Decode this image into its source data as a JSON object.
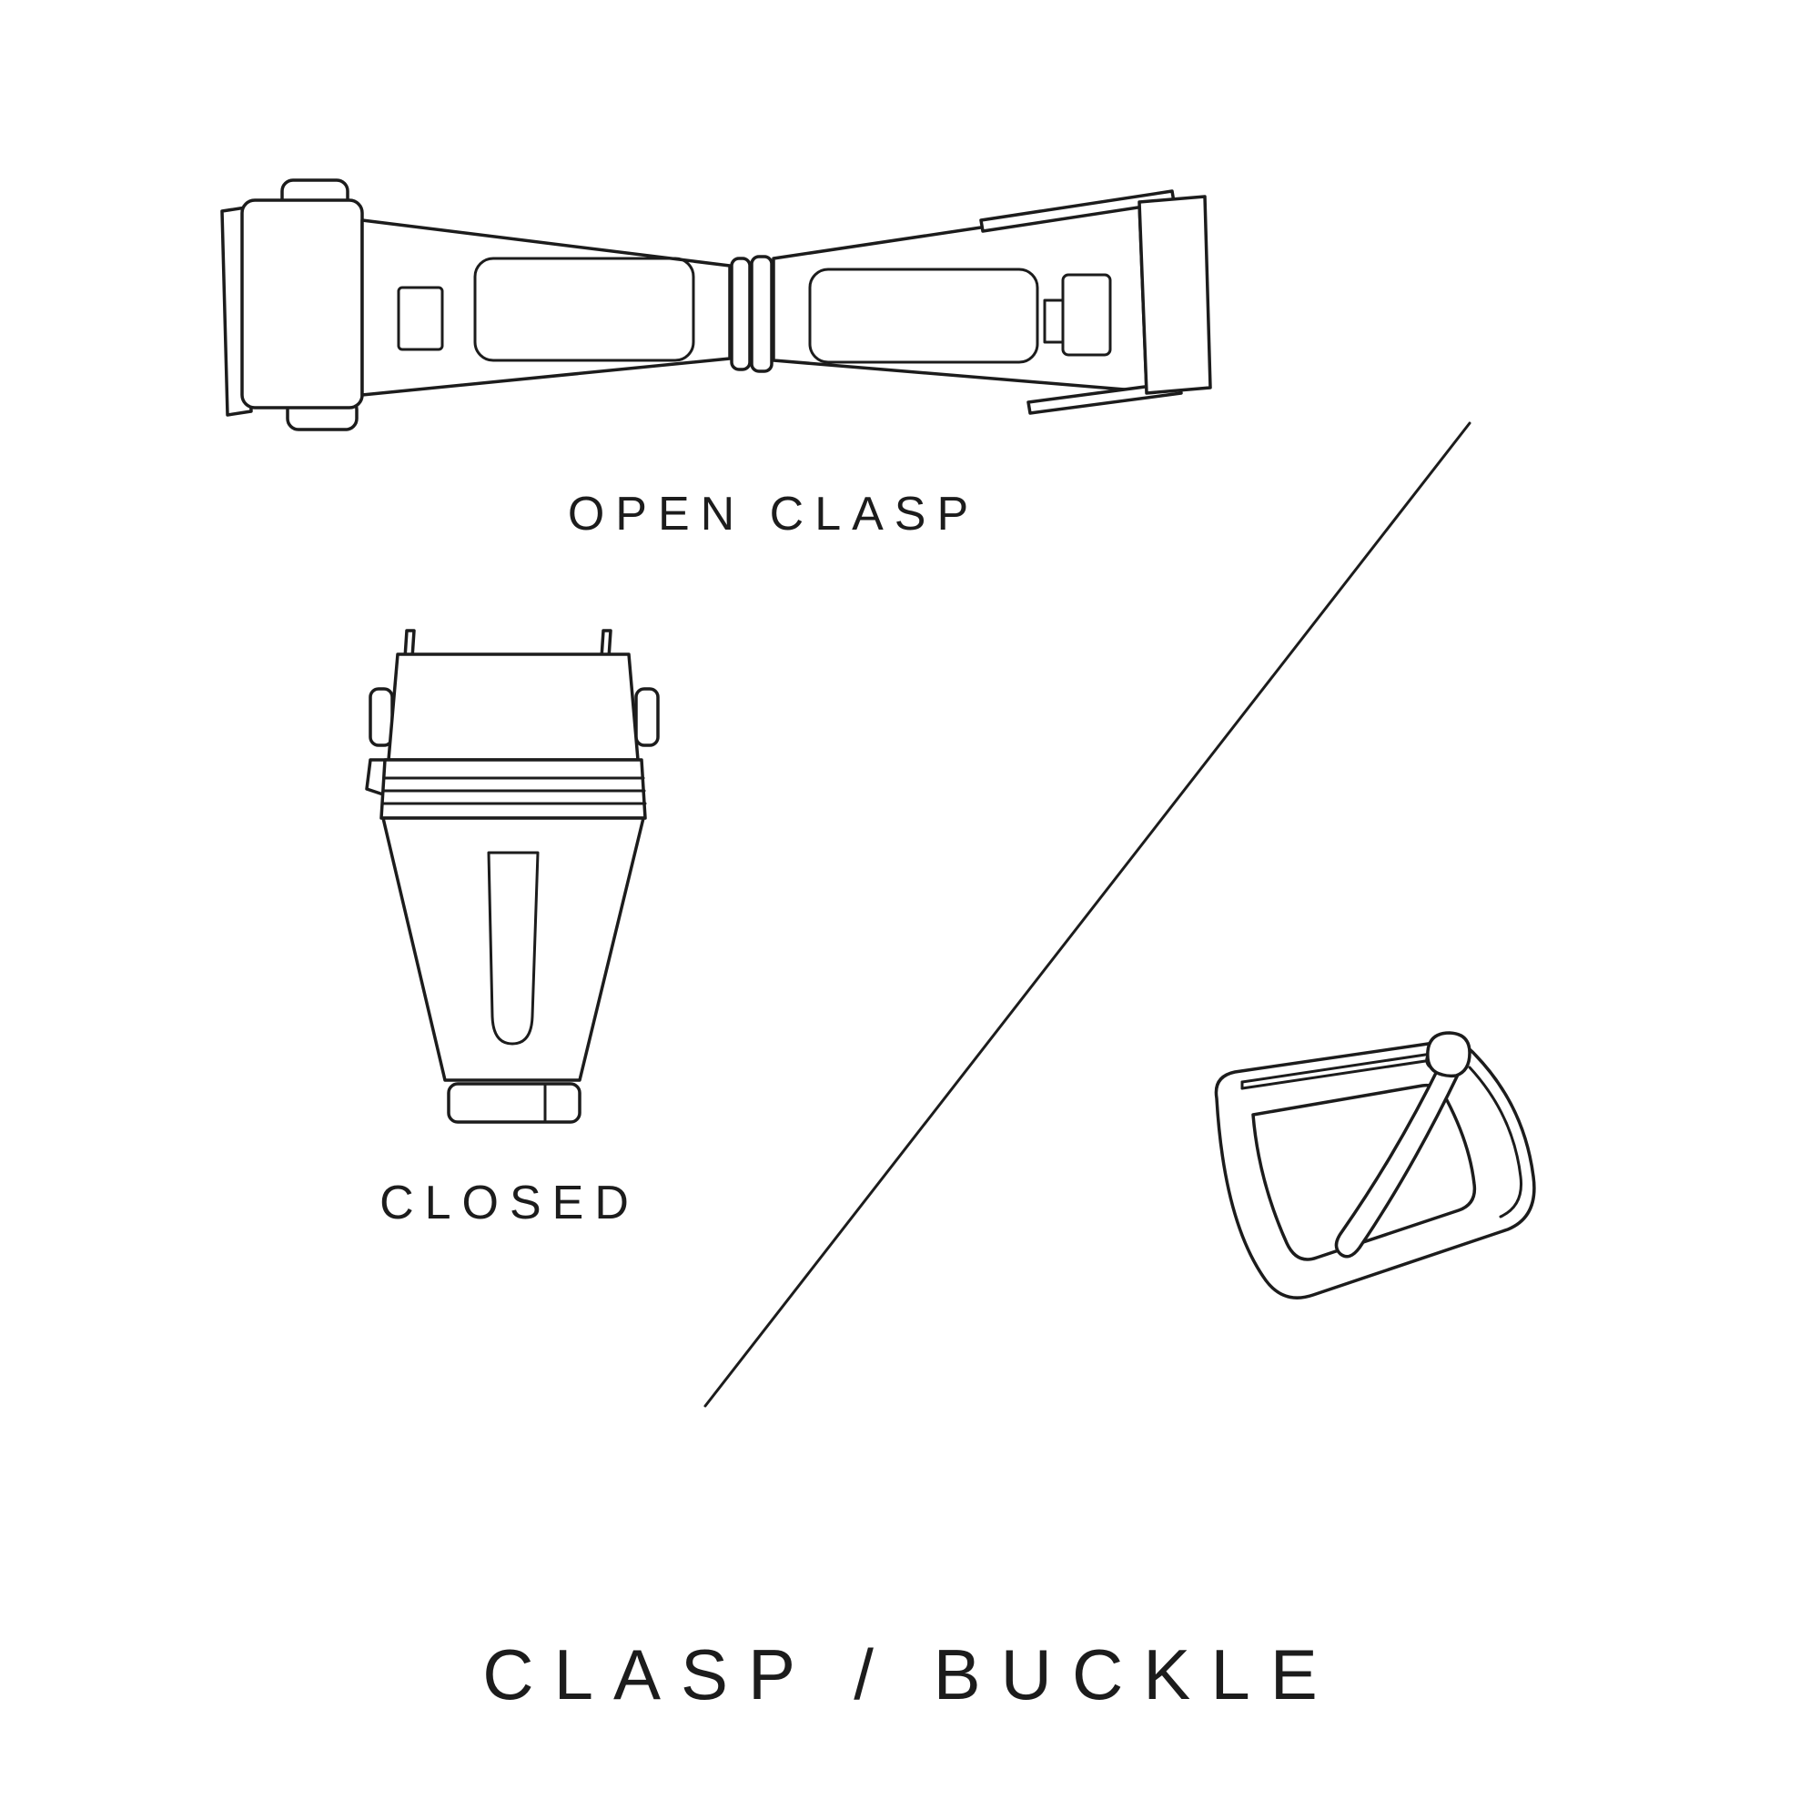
{
  "page": {
    "title": "CLASP / BUCKLE",
    "background_color": "#ffffff",
    "ink_color": "#1c1c1c"
  },
  "labels": {
    "open_clasp": "OPEN CLASP",
    "closed": "CLOSED"
  },
  "icons": {
    "open_clasp": "open-clasp-illustration",
    "closed_clasp": "closed-clasp-illustration",
    "buckle": "buckle-illustration",
    "divider": "diagonal-divider-line"
  }
}
